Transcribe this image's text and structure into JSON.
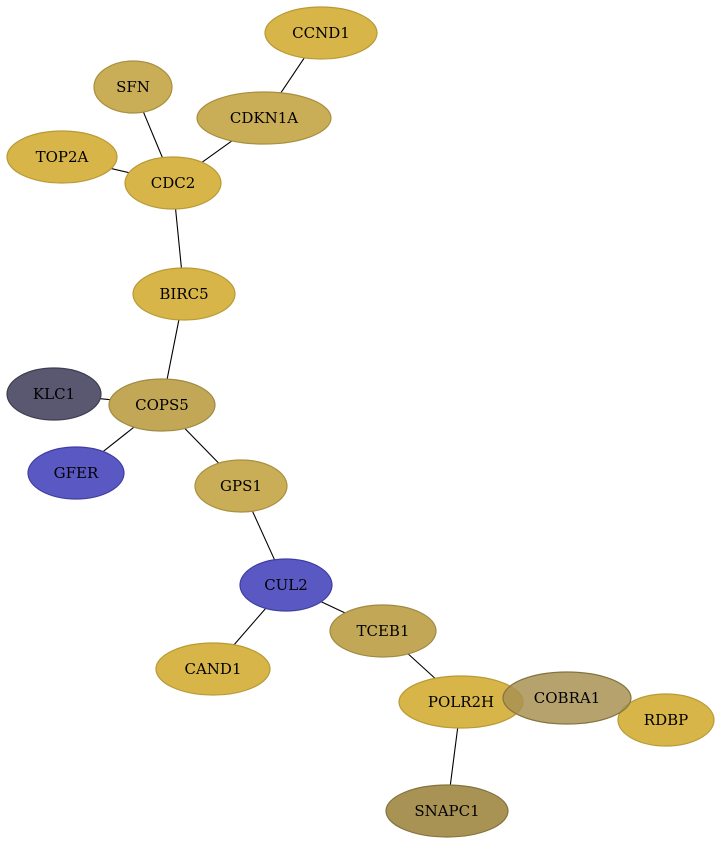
{
  "colors": {
    "gold": "#d7b548",
    "gold_dark": "#c9ad57",
    "tan": "#c2a856",
    "olive": "#a89254",
    "blue": "#5a58c2",
    "slate": "#5a5870"
  },
  "nodes": [
    {
      "id": "CCND1",
      "label": "CCND1",
      "color": "gold"
    },
    {
      "id": "SFN",
      "label": "SFN",
      "color": "gold_dark"
    },
    {
      "id": "CDKN1A",
      "label": "CDKN1A",
      "color": "gold_dark"
    },
    {
      "id": "TOP2A",
      "label": "TOP2A",
      "color": "gold"
    },
    {
      "id": "CDC2",
      "label": "CDC2",
      "color": "gold"
    },
    {
      "id": "BIRC5",
      "label": "BIRC5",
      "color": "gold"
    },
    {
      "id": "KLC1",
      "label": "KLC1",
      "color": "slate"
    },
    {
      "id": "COPS5",
      "label": "COPS5",
      "color": "tan"
    },
    {
      "id": "GFER",
      "label": "GFER",
      "color": "blue"
    },
    {
      "id": "GPS1",
      "label": "GPS1",
      "color": "gold_dark"
    },
    {
      "id": "CUL2",
      "label": "CUL2",
      "color": "blue"
    },
    {
      "id": "CAND1",
      "label": "CAND1",
      "color": "gold"
    },
    {
      "id": "TCEB1",
      "label": "TCEB1",
      "color": "tan"
    },
    {
      "id": "POLR2H",
      "label": "POLR2H",
      "color": "gold"
    },
    {
      "id": "COBRA1",
      "label": "COBRA1",
      "color": "olive"
    },
    {
      "id": "RDBP",
      "label": "RDBP",
      "color": "gold"
    },
    {
      "id": "SNAPC1",
      "label": "SNAPC1",
      "color": "olive"
    }
  ],
  "edges": [
    {
      "source": "CCND1",
      "target": "CDKN1A"
    },
    {
      "source": "SFN",
      "target": "CDC2"
    },
    {
      "source": "CDKN1A",
      "target": "CDC2"
    },
    {
      "source": "TOP2A",
      "target": "CDC2"
    },
    {
      "source": "CDC2",
      "target": "BIRC5"
    },
    {
      "source": "BIRC5",
      "target": "COPS5"
    },
    {
      "source": "KLC1",
      "target": "COPS5"
    },
    {
      "source": "COPS5",
      "target": "GFER"
    },
    {
      "source": "COPS5",
      "target": "GPS1"
    },
    {
      "source": "GPS1",
      "target": "CUL2"
    },
    {
      "source": "CUL2",
      "target": "CAND1"
    },
    {
      "source": "CUL2",
      "target": "TCEB1"
    },
    {
      "source": "TCEB1",
      "target": "POLR2H"
    },
    {
      "source": "POLR2H",
      "target": "COBRA1"
    },
    {
      "source": "POLR2H",
      "target": "SNAPC1"
    }
  ]
}
